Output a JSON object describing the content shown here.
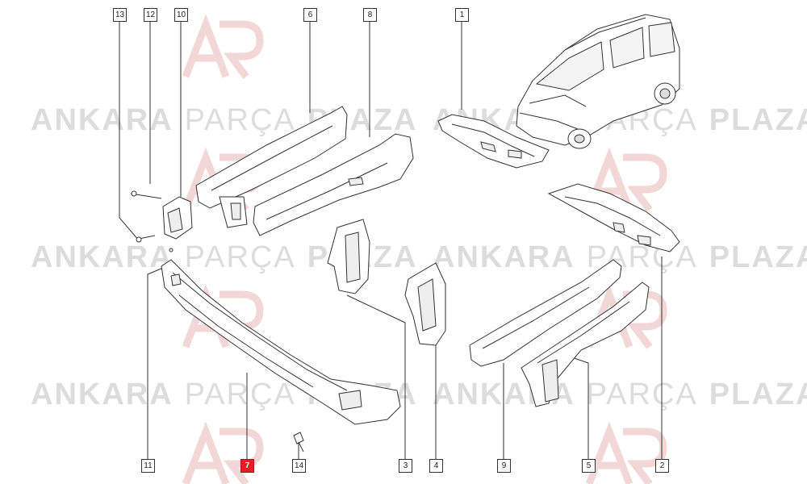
{
  "watermark": {
    "w1": "ANKARA",
    "w2": "PARÇA",
    "w3": "PLAZA",
    "logo": "AP",
    "color": "#dcdcdc"
  },
  "callouts": {
    "c13": "13",
    "c12": "12",
    "c10": "10",
    "c6": "6",
    "c8": "8",
    "c1": "1",
    "c11": "11",
    "c7": "7",
    "c14": "14",
    "c3": "3",
    "c4": "4",
    "c9": "9",
    "c5": "5",
    "c2": "2"
  },
  "highlight": {
    "callout": "7",
    "color": "#e41e26"
  }
}
